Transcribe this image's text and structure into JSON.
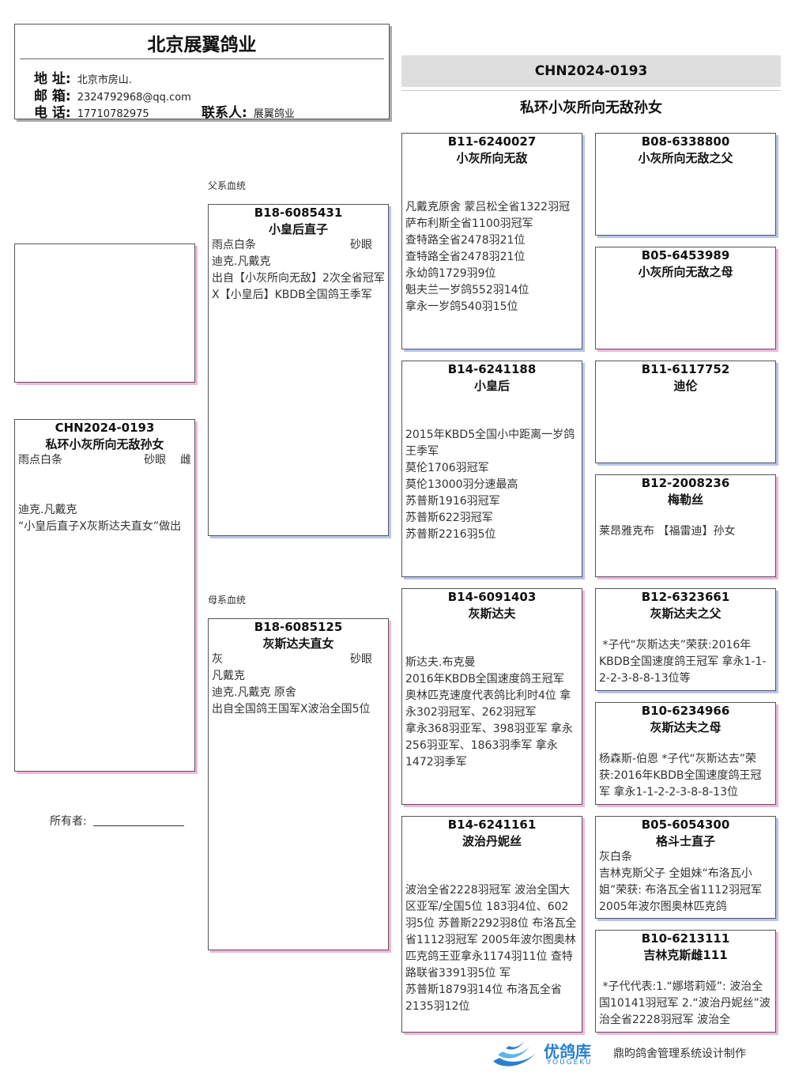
{
  "header": {
    "title": "北京展翼鸽业",
    "address_label": "地 址:",
    "address": "北京市房山.",
    "email_label": "邮 箱:",
    "email": "2324792968@qq.com",
    "phone_label": "电 话:",
    "phone": "17710782975",
    "contact_label": "联系人:",
    "contact": "展翼鸽业"
  },
  "top": {
    "ring": "CHN2024-0193",
    "name": "私环小灰所向无敌孙女"
  },
  "labels": {
    "paternal": "父系血统",
    "maternal": "母系血统",
    "owner": "所有者:"
  },
  "subject": {
    "ring": "CHN2024-0193",
    "name": "私环小灰所向无敌孙女",
    "color": "雨点白条",
    "eye": "砂眼",
    "sex": "雌",
    "line1": "迪克.凡戴克",
    "line2": "“小皇后直子X灰斯达夫直女”做出"
  },
  "sire": {
    "ring": "B18-6085431",
    "name": "小皇后直子",
    "color": "雨点白条",
    "eye": "砂眼",
    "line1": "迪克.凡戴克",
    "line2": "出自【小灰所向无敌】2次全省冠军X【小皇后】KBDB全国鸽王季军"
  },
  "dam": {
    "ring": "B18-6085125",
    "name": "灰斯达夫直女",
    "color": "灰",
    "eye": "砂眼",
    "line1": "凡戴克",
    "line2": "迪克.凡戴克 原舍",
    "line3": "出自全国鸽王国军X波治全国5位"
  },
  "gen3": {
    "ss": {
      "ring": "B11-6240027",
      "name": "小灰所向无敌",
      "lines": [
        "凡戴克原舍 蒙吕松全省1322羽冠",
        "萨布利斯全省1100羽冠军",
        "查特路全省2478羽21位",
        "查特路全省2478羽21位",
        "永幼鸽1729羽9位",
        "魁夫兰一岁鸽552羽14位",
        "拿永一岁鸽540羽15位"
      ]
    },
    "sd": {
      "ring": "B14-6241188",
      "name": "小皇后",
      "lines": [
        "2015年KBD5全国小中距离一岁鸽王季军",
        "莫伦1706羽冠军",
        "莫伦13000羽分速最高",
        "苏普斯1916羽冠军",
        "苏普斯622羽冠军",
        "苏普斯2216羽5位"
      ]
    },
    "ds": {
      "ring": "B14-6091403",
      "name": "灰斯达夫",
      "lines": [
        "斯达夫.布克曼",
        "2016年KBDB全国速度鸽王冠军",
        "奥林匹克速度代表鸽比利时4位 拿永302羽冠军、262羽冠军",
        "拿永368羽亚军、398羽亚军 拿永256羽亚军、1863羽季军 拿永1472羽季军"
      ]
    },
    "dd": {
      "ring": "B14-6241161",
      "name": "波治丹妮丝",
      "lines": [
        "波治全省2228羽冠军 波治全国大区亚军/全国5位 183羽4位、602羽5位 苏普斯2292羽8位 布洛瓦全省1112羽冠军 2005年波尔图奥林匹克鸽王亚拿永1174羽11位 查特路联省3391羽5位 军",
        "苏普斯1879羽14位 布洛瓦全省2135羽12位"
      ]
    }
  },
  "gen4": {
    "sss": {
      "ring": "B08-6338800",
      "name": "小灰所向无敌之父",
      "text": ""
    },
    "ssd": {
      "ring": "B05-6453989",
      "name": "小灰所向无敌之母",
      "text": ""
    },
    "sds": {
      "ring": "B11-6117752",
      "name": "迪伦",
      "text": ""
    },
    "sdd": {
      "ring": "B12-2008236",
      "name": "梅勒丝",
      "text": "莱昂雅克布 【福雷迪】孙女"
    },
    "dss": {
      "ring": "B12-6323661",
      "name": "灰斯达夫之父",
      "text": " *子代“灰斯达夫”荣获:2016年KBDB全国速度鸽王冠军 拿永1-1-2-2-3-8-8-13位等"
    },
    "dsd": {
      "ring": "B10-6234966",
      "name": "灰斯达夫之母",
      "text": "杨森斯-伯恩 *子代“灰斯达去”荣获:2016年KBDB全国速度鸽王冠军 拿永1-1-2-2-3-8-8-13位"
    },
    "dds": {
      "ring": "B05-6054300",
      "name": "格斗士直子",
      "text": "灰白条\n吉林克斯父子 全姐妹“布洛瓦小姐”荣获: 布洛瓦全省1112羽冠军 2005年波尔图奥林匹克鸽"
    },
    "ddd": {
      "ring": "B10-6213111",
      "name": "吉林克斯雌111",
      "text": " *子代代表:1.“娜塔莉娅”: 波治全国10141羽冠军 2.“波治丹妮丝”波治全省2228羽冠军 波治全"
    }
  },
  "footer": {
    "logo_name": "优鸽库",
    "logo_sub": "YOUGEKU",
    "credit": "鼎昀鸽舍管理系统设计制作"
  },
  "colors": {
    "shadow_blue": "#b9c3f0",
    "shadow_pink": "#f2b6da",
    "ring_bar": "#dedede",
    "logo_blue": "#2a7fd0"
  }
}
